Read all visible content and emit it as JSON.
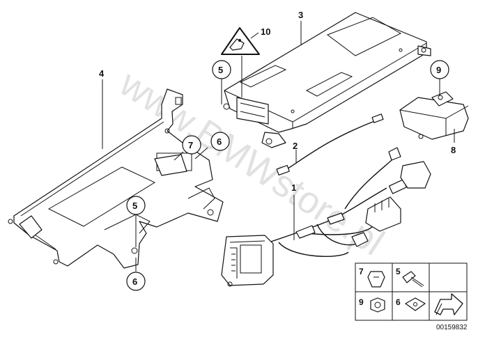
{
  "watermark": "www.BMWstore.pl",
  "diagram_code": "00159832",
  "callouts": {
    "p1": "1",
    "p2": "2",
    "p3": "3",
    "p4": "4",
    "p5a": "5",
    "p5b": "5",
    "p6a": "6",
    "p6b": "6",
    "p7": "7",
    "p8": "8",
    "p9": "9",
    "p10": "10"
  },
  "legend": {
    "cell_7": "7",
    "cell_5": "5",
    "cell_9": "9",
    "cell_6": "6"
  },
  "colors": {
    "line": "#111111",
    "watermark": "#c9c9c9",
    "arrow_fill": "#ffffff"
  },
  "icons": [
    "warning-triangle-icon",
    "arrow-icon"
  ]
}
